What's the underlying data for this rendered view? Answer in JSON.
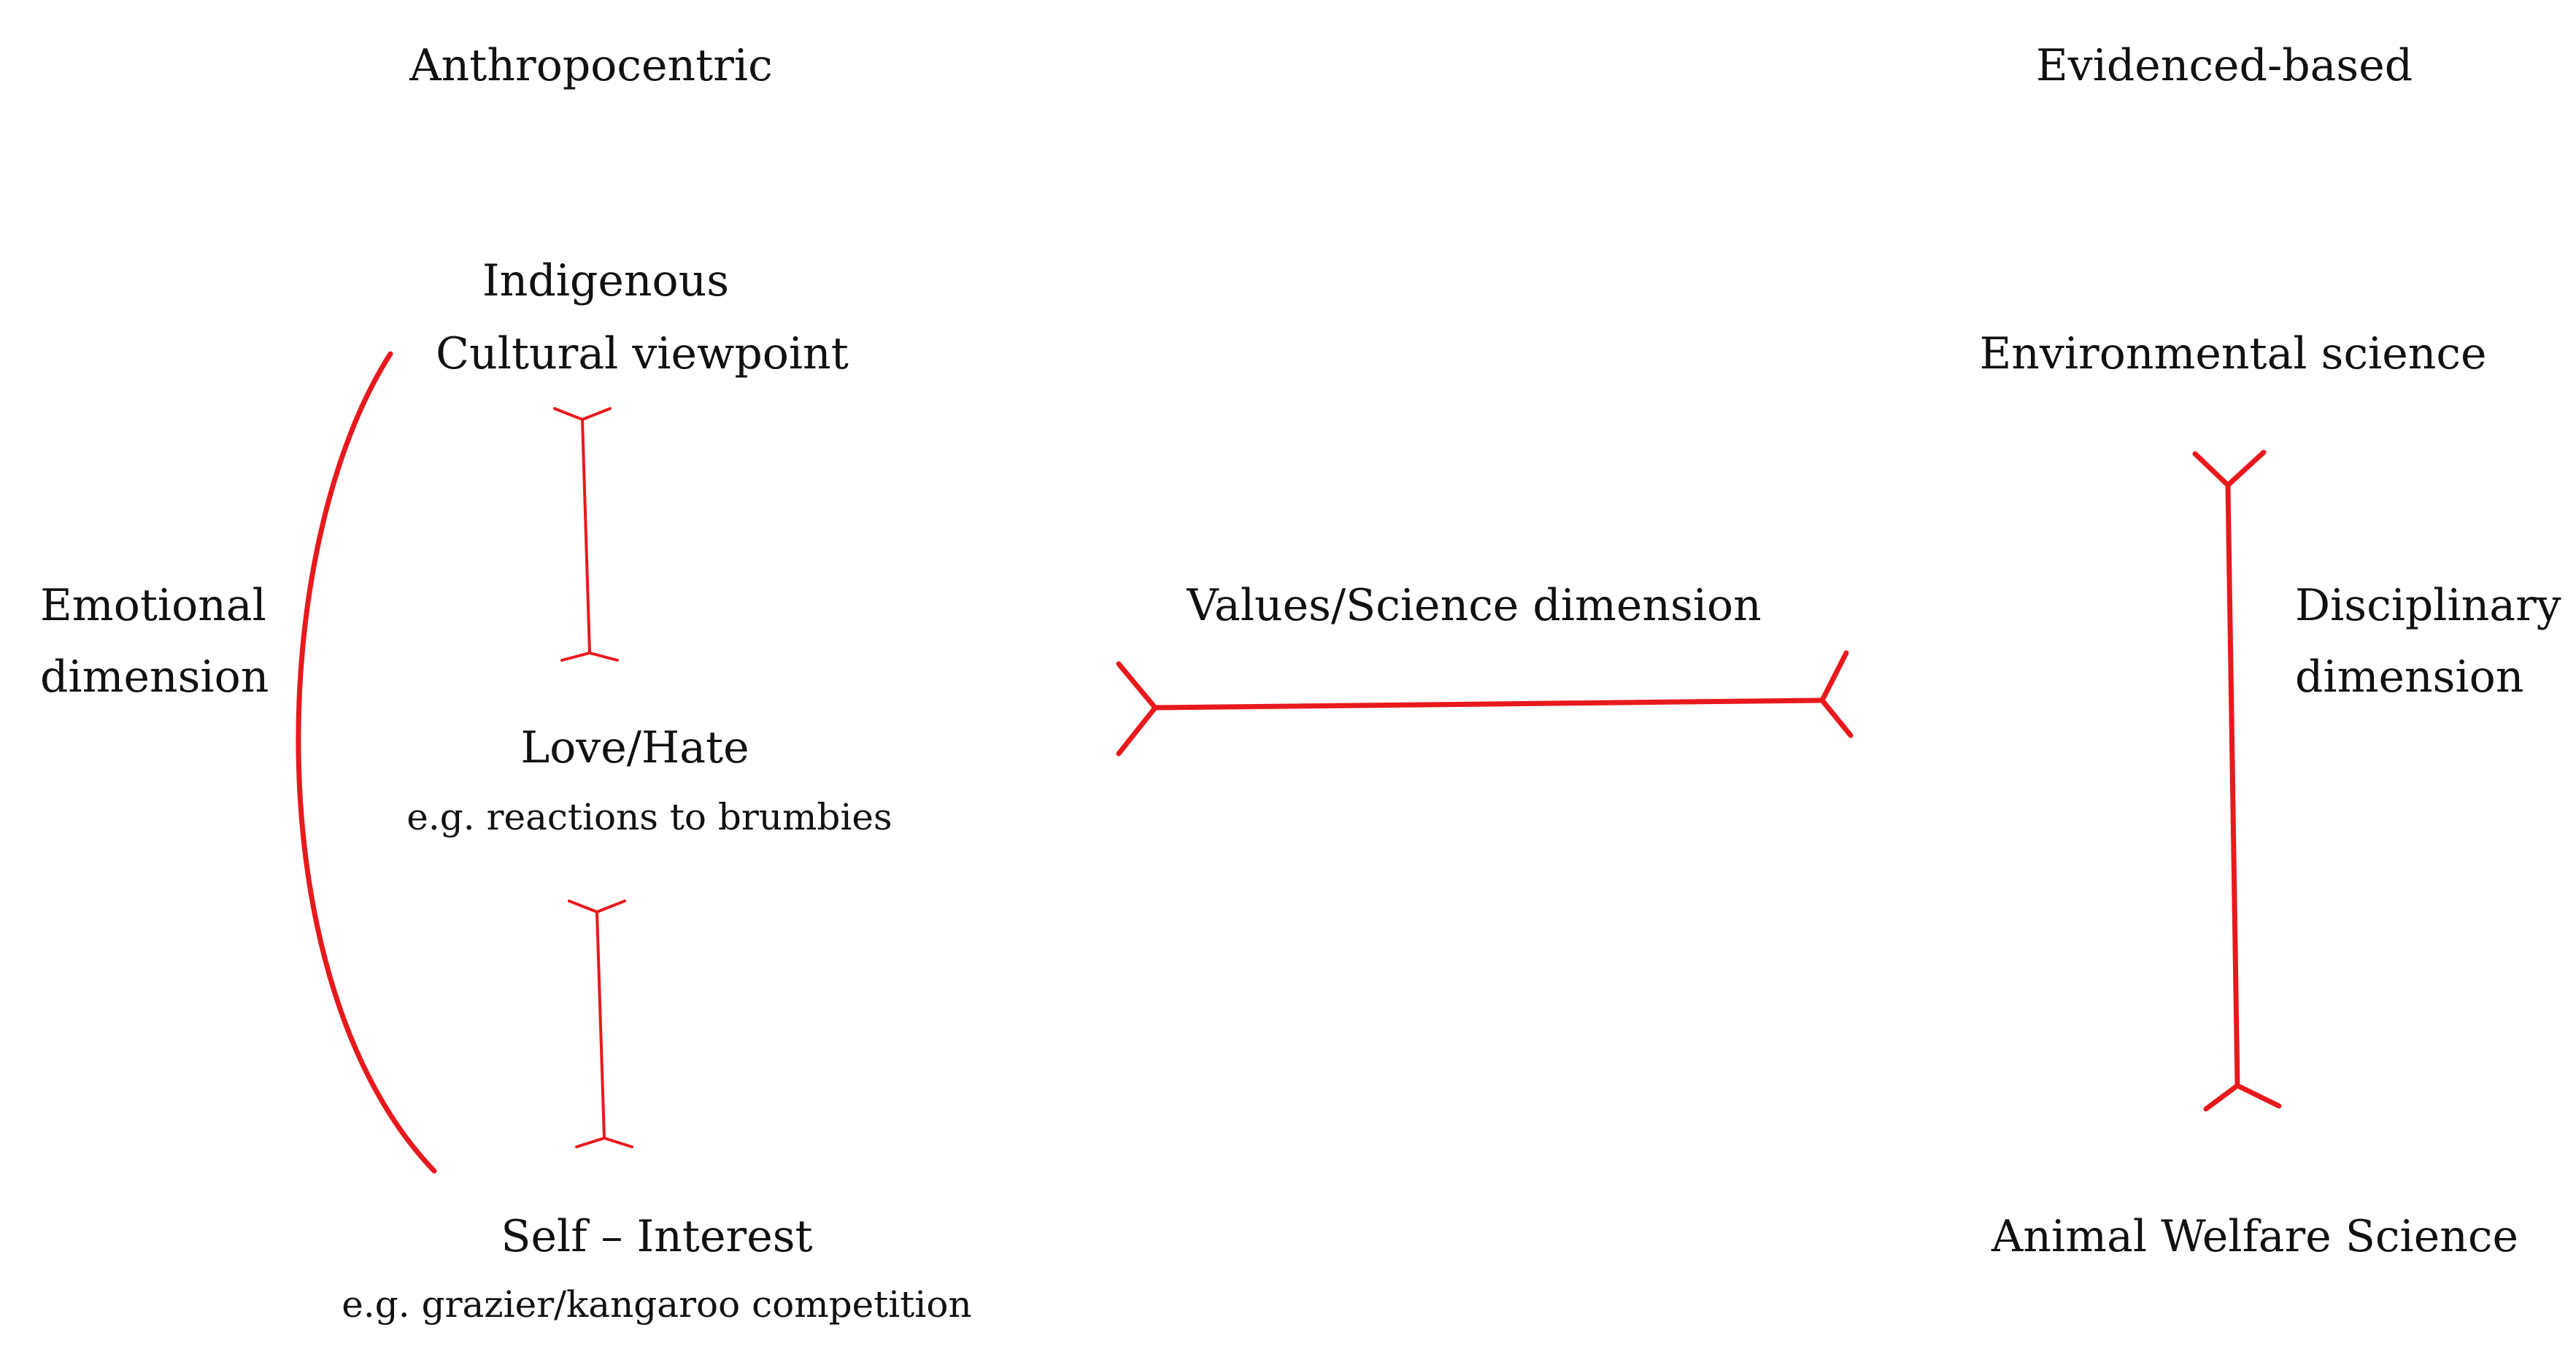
{
  "headings": {
    "left": "Anthropocentric",
    "right": "Evidenced-based"
  },
  "left_column": {
    "top_line1": "Indigenous",
    "top_line2": "Cultural viewpoint",
    "middle_title": "Love/Hate",
    "middle_example": "e.g. reactions to brumbies",
    "bottom_title": "Self – Interest",
    "bottom_example": "e.g. grazier/kangaroo competition"
  },
  "emotional_dimension": {
    "line1": "Emotional",
    "line2": "dimension"
  },
  "center": {
    "label": "Values/Science dimension"
  },
  "right_column": {
    "top": "Environmental science",
    "bottom": "Animal Welfare Science"
  },
  "disciplinary_dimension": {
    "line1": "Disciplinary",
    "line2": "dimension"
  },
  "colors": {
    "connector": "#e8191d",
    "text": "#111111",
    "background": "#ffffff"
  }
}
